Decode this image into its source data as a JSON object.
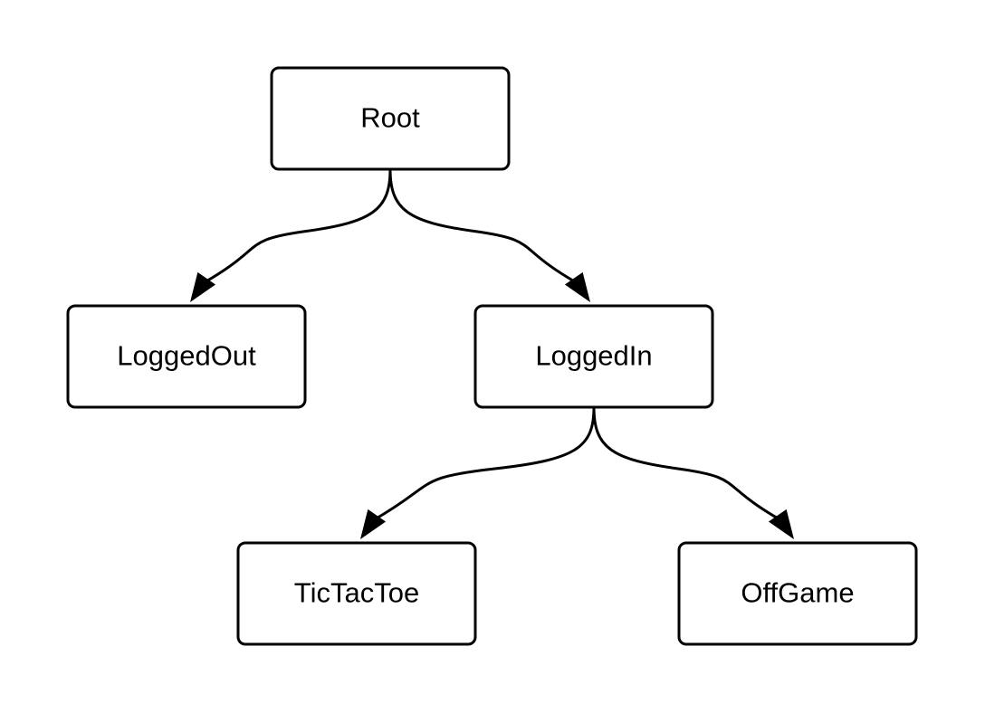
{
  "diagram": {
    "type": "tree",
    "nodes": [
      {
        "id": "root",
        "label": "Root"
      },
      {
        "id": "loggedout",
        "label": "LoggedOut"
      },
      {
        "id": "loggedin",
        "label": "LoggedIn"
      },
      {
        "id": "tictactoe",
        "label": "TicTacToe"
      },
      {
        "id": "offgame",
        "label": "OffGame"
      }
    ],
    "edges": [
      {
        "from": "root",
        "to": "loggedout"
      },
      {
        "from": "root",
        "to": "loggedin"
      },
      {
        "from": "loggedin",
        "to": "tictactoe"
      },
      {
        "from": "loggedin",
        "to": "offgame"
      }
    ],
    "colors": {
      "stroke": "#000000",
      "fill": "#ffffff",
      "text": "#000000"
    }
  }
}
